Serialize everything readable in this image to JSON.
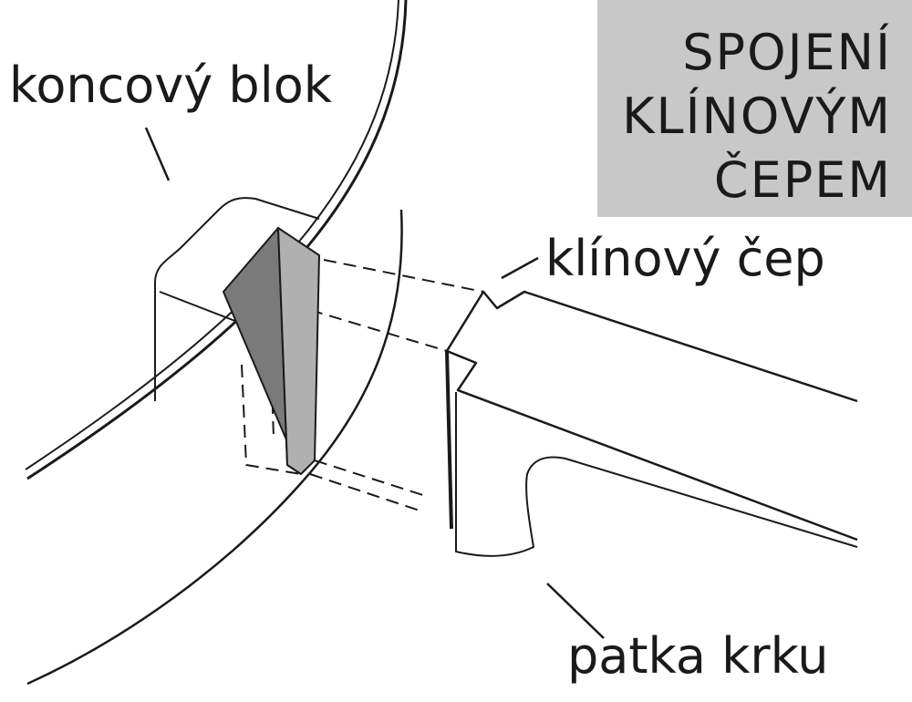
{
  "title": {
    "lines": [
      "SPOJENÍ",
      "KLÍNOVÝM",
      "ČEPEM"
    ]
  },
  "labels": {
    "end_block": "koncový blok",
    "dovetail": "klínový čep",
    "neck_heel": "patka krku"
  },
  "colors": {
    "title_box": "#c8c8c8",
    "wedge_dark": "#7a7a7a",
    "wedge_light": "#b0b0b0",
    "ink": "#1a1a1a"
  }
}
